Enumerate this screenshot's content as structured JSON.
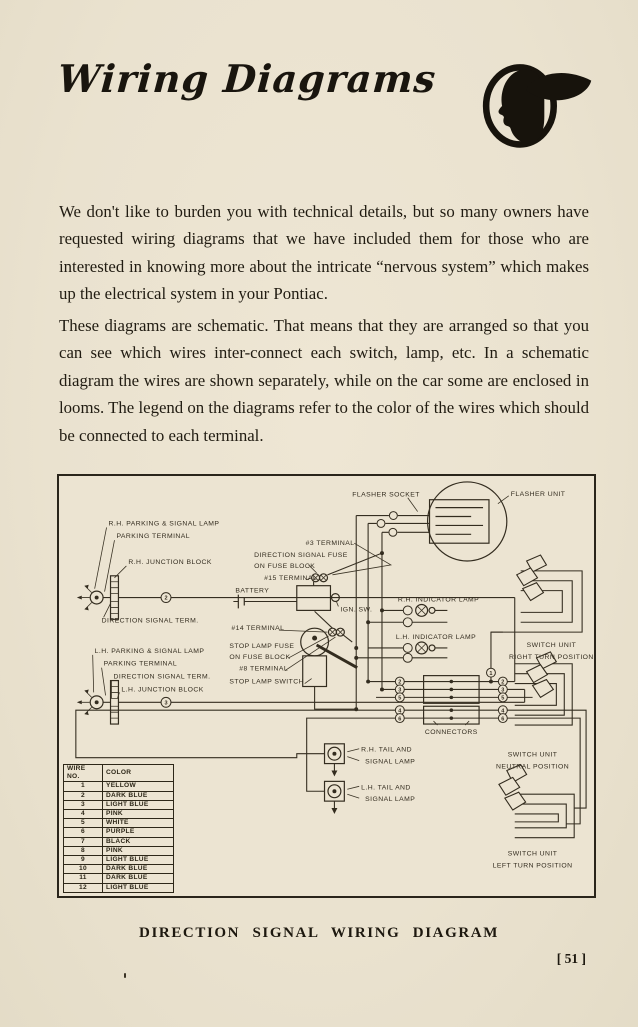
{
  "palette": {
    "paper": "#ebe3d0",
    "ink": "#241e14",
    "diagram_ink": "#332c1f"
  },
  "header": {
    "title": "Wiring Diagrams",
    "logo_icon": "pontiac-indian-head-logo"
  },
  "paragraphs": [
    "We don't like to burden you with technical details, but so many owners have requested wiring diagrams that we have included them for those who are interested in knowing more about the intricate “nervous system” which makes up the electrical system in your Pontiac.",
    "These diagrams are schematic. That means that they are arranged so that you can see which wires inter-connect each switch, lamp, etc. In a schematic diagram the wires are shown separately, while on the car some are enclosed in looms. The legend on the diagrams refer to the color of the wires which should be connected to each terminal."
  ],
  "diagram": {
    "caption": "DIRECTION SIGNAL WIRING DIAGRAM",
    "labels": [
      "FLASHER SOCKET",
      "FLASHER UNIT",
      "R.H. PARKING & SIGNAL LAMP",
      "PARKING TERMINAL",
      "R.H. JUNCTION BLOCK",
      "DIRECTION SIGNAL TERM.",
      "L.H. PARKING & SIGNAL LAMP",
      "PARKING TERMINAL",
      "DIRECTION SIGNAL TERM.",
      "L.H. JUNCTION BLOCK",
      "#3 TERMINAL",
      "DIRECTION SIGNAL FUSE",
      "ON FUSE BLOCK",
      "#15 TERMINAL",
      "BATTERY",
      "IGN. SW.",
      "#14 TERMINAL",
      "STOP LAMP FUSE",
      "ON FUSE BLOCK",
      "#8 TERMINAL",
      "STOP LAMP SWITCH",
      "R.H. INDICATOR LAMP",
      "L.H. INDICATOR LAMP",
      "SWITCH UNIT",
      "RIGHT TURN POSITION",
      "CONNECTORS",
      "R.H. TAIL AND",
      "SIGNAL LAMP",
      "L.H. TAIL AND",
      "SIGNAL LAMP",
      "SWITCH UNIT",
      "NEUTRAL POSITION",
      "SWITCH UNIT",
      "LEFT TURN POSITION"
    ],
    "markers": {
      "wire2": "2",
      "wire3": "3",
      "wire1": "1",
      "connector": [
        "2",
        "3",
        "5",
        "4",
        "6"
      ]
    }
  },
  "wire_table": {
    "headers": [
      "WIRE NO.",
      "COLOR"
    ],
    "rows": [
      {
        "no": "1",
        "color": "YELLOW"
      },
      {
        "no": "2",
        "color": "DARK BLUE"
      },
      {
        "no": "3",
        "color": "LIGHT BLUE"
      },
      {
        "no": "4",
        "color": "PINK"
      },
      {
        "no": "5",
        "color": "WHITE"
      },
      {
        "no": "6",
        "color": "PURPLE"
      },
      {
        "no": "7",
        "color": "BLACK"
      },
      {
        "no": "8",
        "color": "PINK"
      },
      {
        "no": "9",
        "color": "LIGHT BLUE"
      },
      {
        "no": "10",
        "color": "DARK BLUE"
      },
      {
        "no": "11",
        "color": "DARK BLUE"
      },
      {
        "no": "12",
        "color": "LIGHT BLUE"
      }
    ]
  },
  "footer": {
    "page_number": "[ 51 ]"
  }
}
